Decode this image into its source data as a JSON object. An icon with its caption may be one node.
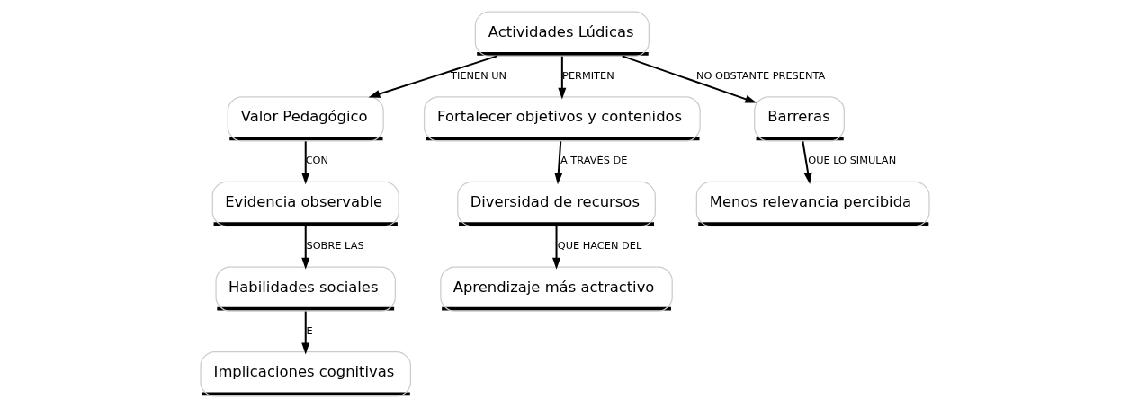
{
  "diagram": {
    "nodes": [
      {
        "text": [
          "Actividades Lúdicas"
        ]
      },
      {
        "text": [
          "Valor Pedagógico"
        ]
      },
      {
        "text": [
          "Evidencia observable"
        ]
      },
      {
        "text": [
          "Habilidades sociales"
        ]
      },
      {
        "text": [
          "Implicaciones cognitivas"
        ]
      },
      {
        "text": [
          "Fortalecer objetivos y contenidos"
        ]
      },
      {
        "text": [
          "Diversidad de recursos"
        ]
      },
      {
        "text": [
          "Aprendizaje más actractivo"
        ]
      },
      {
        "text": [
          "Barreras"
        ]
      },
      {
        "text": [
          "Menos relevancia percibida"
        ]
      }
    ],
    "edges": [
      {
        "from": 0,
        "to": 1,
        "arrow": "to",
        "label": "TIENEN UN"
      },
      {
        "from": 1,
        "to": 2,
        "arrow": "to",
        "label": "CON"
      },
      {
        "from": 2,
        "to": 3,
        "arrow": "to",
        "label": "SOBRE LAS"
      },
      {
        "from": 3,
        "to": 4,
        "arrow": "to",
        "label": "E"
      },
      {
        "from": 0,
        "to": 5,
        "arrow": "to",
        "label": "PERMITEN"
      },
      {
        "from": 5,
        "to": 6,
        "arrow": "to",
        "label": "A TRAVÉS DE"
      },
      {
        "from": 6,
        "to": 7,
        "arrow": "to",
        "label": "QUE HACEN DEL"
      },
      {
        "from": 0,
        "to": 8,
        "arrow": "to",
        "label": "NO OBSTANTE PRESENTA"
      },
      {
        "from": 8,
        "to": 9,
        "arrow": "to",
        "label": "QUE LO SIMULAN"
      }
    ]
  }
}
